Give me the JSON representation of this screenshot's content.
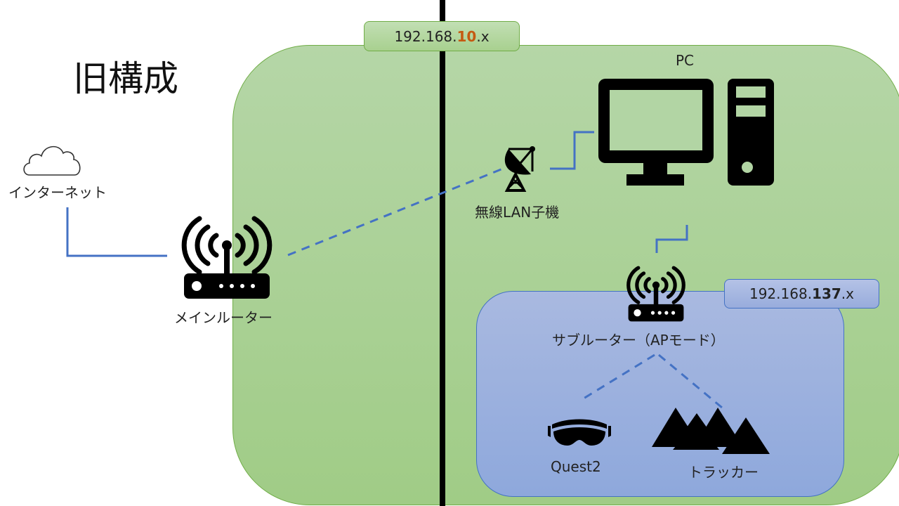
{
  "title": "旧構成",
  "zones": {
    "outer": {
      "subnet_prefix": "192.168.",
      "subnet_highlight": "10",
      "subnet_suffix": ".x",
      "highlight_color": "#c55a11"
    },
    "inner": {
      "subnet_prefix": "192.168.",
      "subnet_highlight": "137",
      "subnet_suffix": ".x"
    }
  },
  "nodes": {
    "internet": {
      "label": "インターネット",
      "icon": "cloud-icon"
    },
    "main_router": {
      "label": "メインルーター",
      "icon": "wifi-router-icon"
    },
    "wireless_adapter": {
      "label": "無線LAN子機",
      "icon": "satellite-dish-icon"
    },
    "pc": {
      "label": "PC",
      "icon": "desktop-pc-icon"
    },
    "sub_router": {
      "label": "サブルーター（APモード）",
      "icon": "wifi-router-icon"
    },
    "quest2": {
      "label": "Quest2",
      "icon": "vr-headset-icon"
    },
    "trackers": {
      "label": "トラッカー",
      "icon": "tracker-icon"
    }
  },
  "colors": {
    "outer_zone": "#a9d18e",
    "inner_zone": "#8faadc",
    "link": "#4472c4"
  }
}
